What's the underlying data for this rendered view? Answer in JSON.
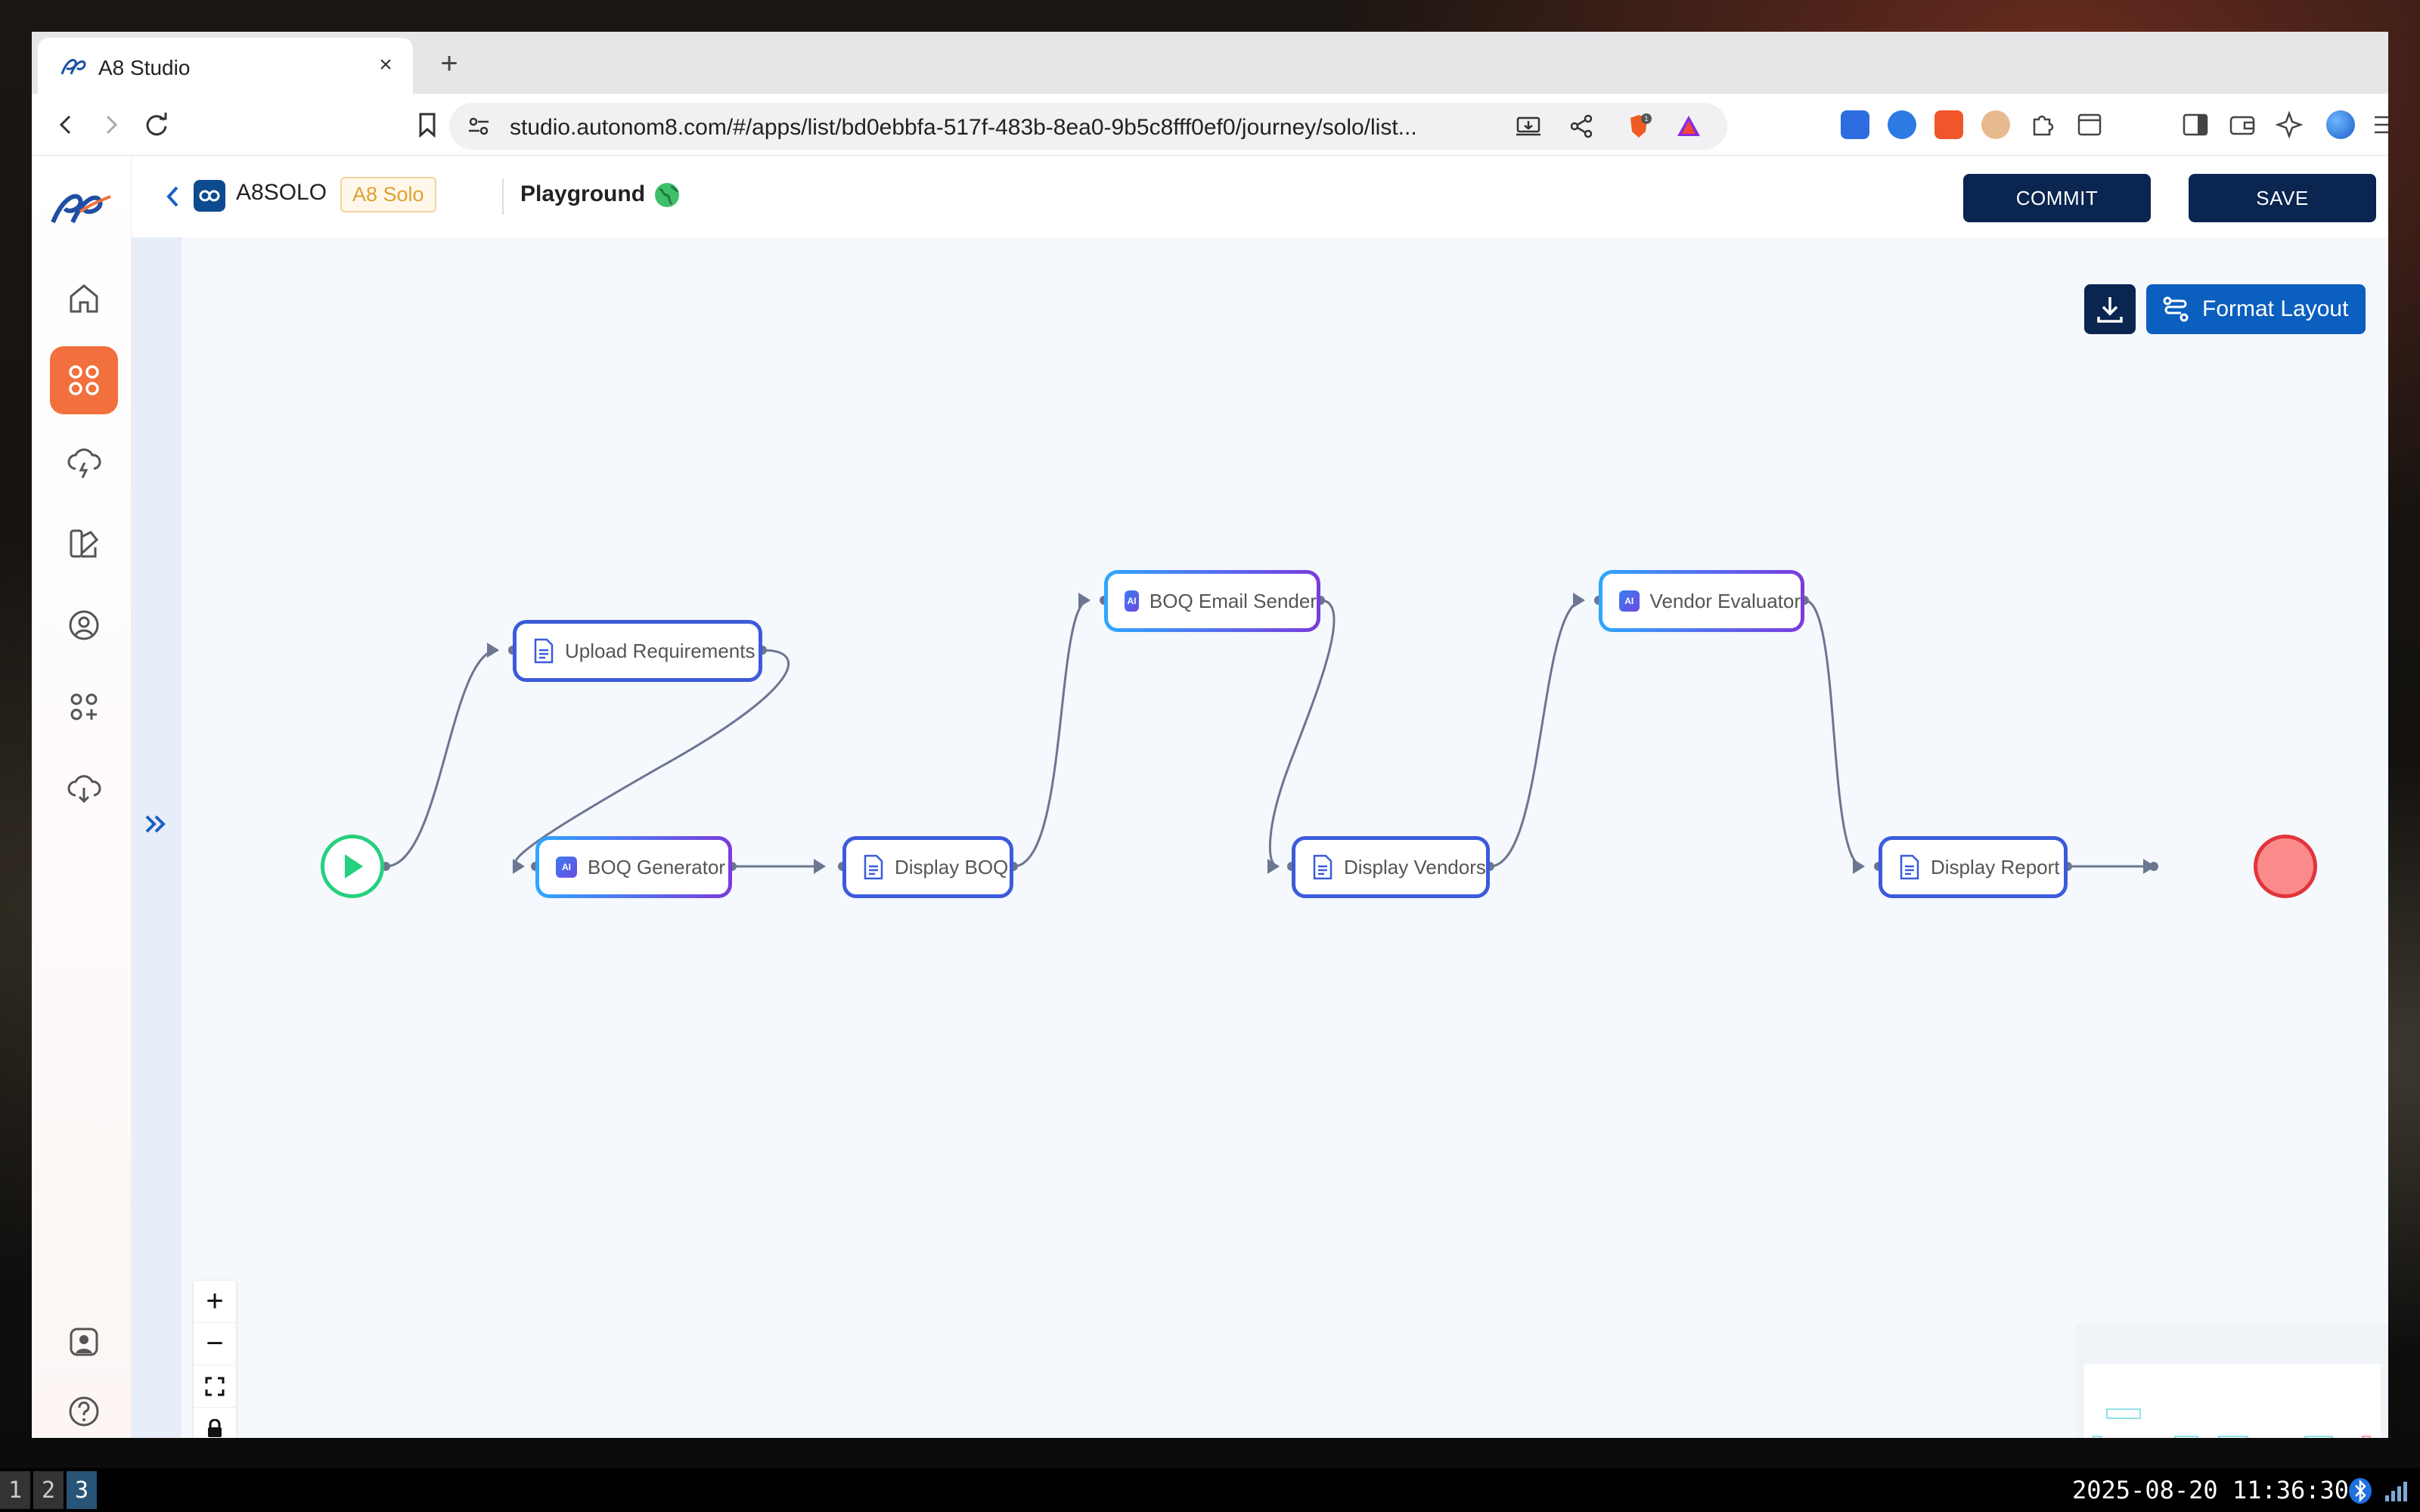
{
  "browser": {
    "tab_title": "A8 Studio",
    "tab_close": "×",
    "new_tab": "+",
    "url": "studio.autonom8.com/#/apps/list/bd0ebbfa-517f-483b-8ea0-9b5c8fff0ef0/journey/solo/list...",
    "shields_badge": "1"
  },
  "header": {
    "app_name": "A8SOLO",
    "badge": "A8 Solo",
    "title": "Playground",
    "commit_label": "COMMIT",
    "save_label": "SAVE"
  },
  "canvas": {
    "format_layout_label": "Format Layout",
    "nodes": [
      {
        "id": "upload",
        "label": "Upload Requirements",
        "kind": "doc"
      },
      {
        "id": "boqgen",
        "label": "BOQ Generator",
        "kind": "ai"
      },
      {
        "id": "dispboq",
        "label": "Display BOQ",
        "kind": "doc"
      },
      {
        "id": "email",
        "label": "BOQ Email Sender",
        "kind": "ai"
      },
      {
        "id": "dispvend",
        "label": "Display Vendors",
        "kind": "doc"
      },
      {
        "id": "vendeval",
        "label": "Vendor Evaluator",
        "kind": "ai"
      },
      {
        "id": "disprep",
        "label": "Display Report",
        "kind": "doc"
      }
    ],
    "ai_chip": "AI"
  },
  "zoom": {
    "in": "+",
    "out": "−"
  },
  "taskbar": {
    "workspaces": [
      "1",
      "2",
      "3"
    ],
    "active_workspace": "3",
    "clock": "2025-08-20 11:36:30"
  },
  "colors": {
    "accent_orange": "#f2703d",
    "navy": "#0a2550",
    "blue": "#0a5fbf",
    "start_green": "#25d07e",
    "end_red": "#e0353b"
  }
}
